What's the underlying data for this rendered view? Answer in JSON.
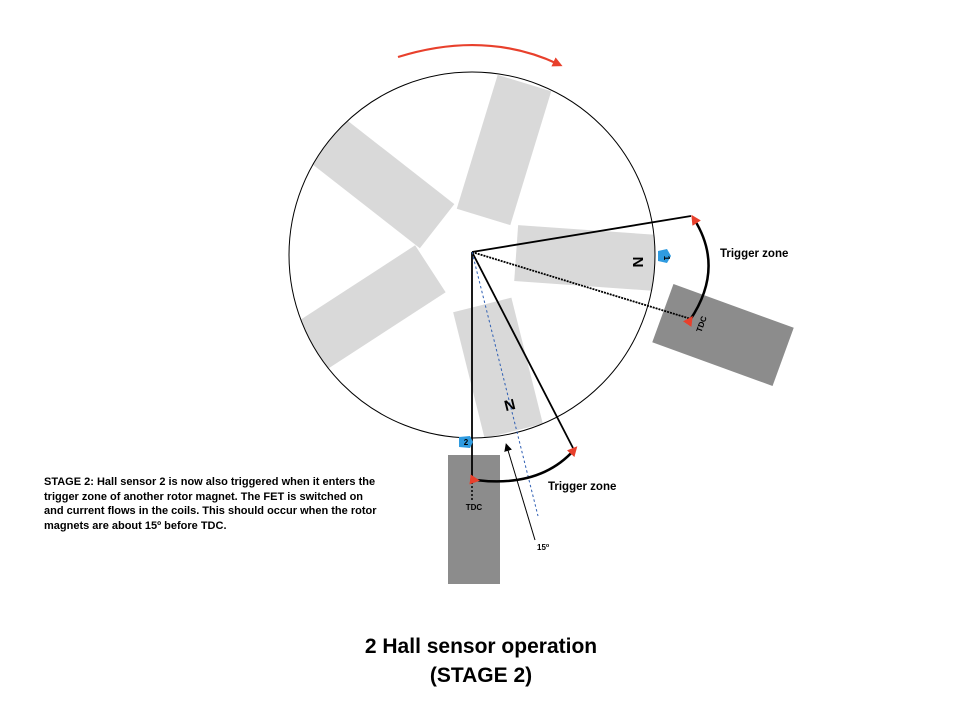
{
  "colors": {
    "rotation_arrow": "#e8402c",
    "magnet": "#d9d9d9",
    "sensor_housing": "#8c8c8c",
    "hall_sensor": "#2f9be0",
    "line": "#000000",
    "reference_line": "#2f5fb3"
  },
  "magnet_labels": {
    "magnet_1": "N",
    "magnet_2": "N"
  },
  "sensors": {
    "sensor_1": {
      "number": "1",
      "tdc_label": "TDC",
      "zone_label": "Trigger zone"
    },
    "sensor_2": {
      "number": "2",
      "tdc_label": "TDC",
      "zone_label": "Trigger zone"
    }
  },
  "angle_label": "15",
  "angle_unit": "o",
  "description": "STAGE 2: Hall sensor 2 is now also triggered when it enters the trigger zone of another rotor magnet. The FET is switched on and current flows in the coils. This should occur when the rotor magnets are about 15º before TDC.",
  "title": {
    "line1": "2 Hall sensor operation",
    "line2": "(STAGE 2)"
  }
}
